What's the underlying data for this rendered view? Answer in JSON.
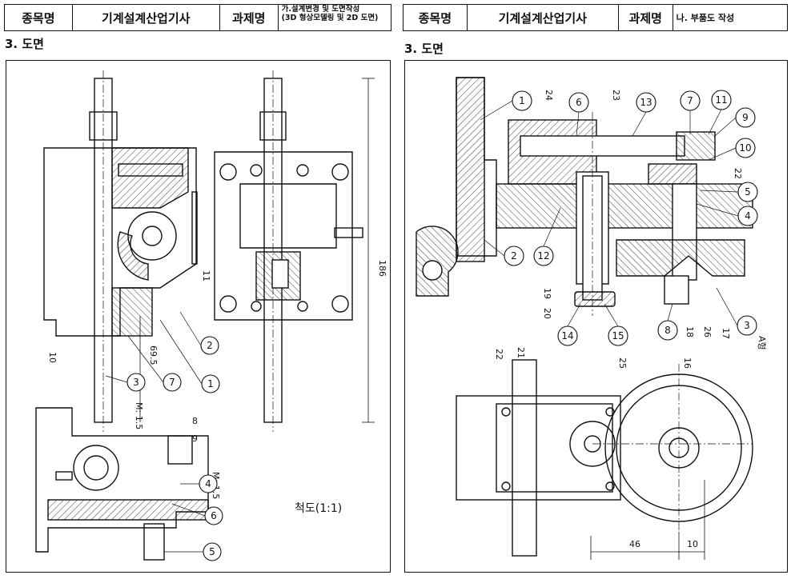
{
  "left": {
    "header": {
      "item_label": "종목명",
      "item_value": "기계설계산업기사",
      "task_label": "과제명",
      "task_value_line1": "가.설계변경 및 도면작성",
      "task_value_line2": "(3D 형상모델링 및 2D 도면)"
    },
    "section_title": "3. 도면",
    "dim_height": "186",
    "dim_mid": "69.5",
    "module1": "M: 1.5",
    "module2": "M: 1.5",
    "balloons": [
      "1",
      "2",
      "3",
      "4",
      "5",
      "6",
      "7"
    ],
    "part_labels": [
      "8",
      "9",
      "10",
      "11"
    ],
    "scale_label": "척도(1:1)"
  },
  "right": {
    "header": {
      "item_label": "종목명",
      "item_value": "기계설계산업기사",
      "task_label": "과제명",
      "task_value": "나. 부품도 작성"
    },
    "section_title": "3. 도면",
    "balloons": [
      "1",
      "2",
      "3",
      "4",
      "5",
      "6",
      "7",
      "8",
      "9",
      "10",
      "11",
      "12",
      "13",
      "14",
      "15"
    ],
    "part_labels": [
      "16",
      "17",
      "18",
      "19",
      "20",
      "21",
      "22",
      "23",
      "24",
      "25",
      "26",
      "22"
    ],
    "a_view": "A형",
    "dim_46": "46",
    "dim_10": "10"
  }
}
